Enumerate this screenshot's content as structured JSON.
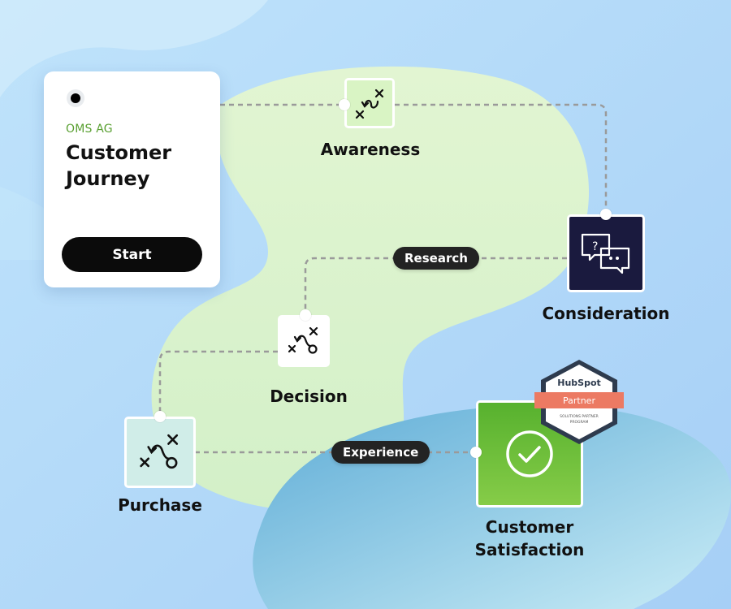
{
  "card": {
    "company": "OMS AG",
    "title": "Customer Journey",
    "start_label": "Start"
  },
  "stages": {
    "awareness": "Awareness",
    "consideration": "Consideration",
    "decision": "Decision",
    "purchase": "Purchase",
    "satisfaction_line1": "Customer",
    "satisfaction_line2": "Satisfaction"
  },
  "links": {
    "research": "Research",
    "experience": "Experience"
  },
  "badge": {
    "brand": "HubSpot",
    "tier": "Partner",
    "program_line1": "SOLUTIONS PARTNER",
    "program_line2": "PROGRAM"
  },
  "icons": {
    "awareness": "strategy-play-icon",
    "consideration": "chat-bubbles-icon",
    "decision": "strategy-play-icon",
    "purchase": "strategy-play-icon",
    "satisfaction": "checkmark-circle-icon"
  },
  "colors": {
    "background": "#a9d2f7",
    "green_blob": "#dff5cf",
    "blue_blob": "#6eb6dc",
    "accent_green": "#5aa032",
    "consideration_tile": "#1a1a3e",
    "satisfaction_tile": "#5cb532",
    "hubspot_orange": "#ec7a63"
  }
}
